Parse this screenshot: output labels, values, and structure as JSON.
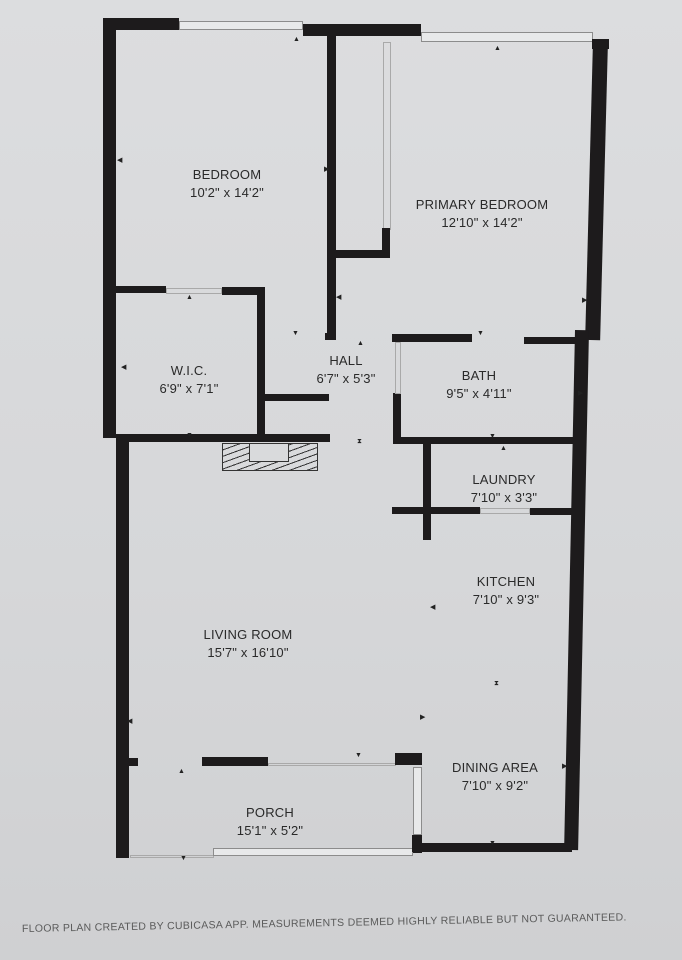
{
  "rooms": {
    "bedroom": {
      "name": "BEDROOM",
      "dims": "10'2\" x 14'2\""
    },
    "primary_bedroom": {
      "name": "PRIMARY BEDROOM",
      "dims": "12'10\" x 14'2\""
    },
    "wic": {
      "name": "W.I.C.",
      "dims": "6'9\" x 7'1\""
    },
    "hall": {
      "name": "HALL",
      "dims": "6'7\" x 5'3\""
    },
    "bath": {
      "name": "BATH",
      "dims": "9'5\" x 4'11\""
    },
    "laundry": {
      "name": "LAUNDRY",
      "dims": "7'10\" x 3'3\""
    },
    "kitchen": {
      "name": "KITCHEN",
      "dims": "7'10\" x 9'3\""
    },
    "living_room": {
      "name": "LIVING ROOM",
      "dims": "15'7\" x 16'10\""
    },
    "dining_area": {
      "name": "DINING AREA",
      "dims": "7'10\" x 9'2\""
    },
    "porch": {
      "name": "PORCH",
      "dims": "15'1\" x 5'2\""
    }
  },
  "footer": {
    "disclaimer": "FLOOR PLAN CREATED BY CUBICASA APP. MEASUREMENTS DEEMED HIGHLY RELIABLE BUT NOT GUARANTEED."
  },
  "colors": {
    "wall": "#1d1b1c",
    "paper": "#d9dadc",
    "text": "#2a2a2a"
  }
}
